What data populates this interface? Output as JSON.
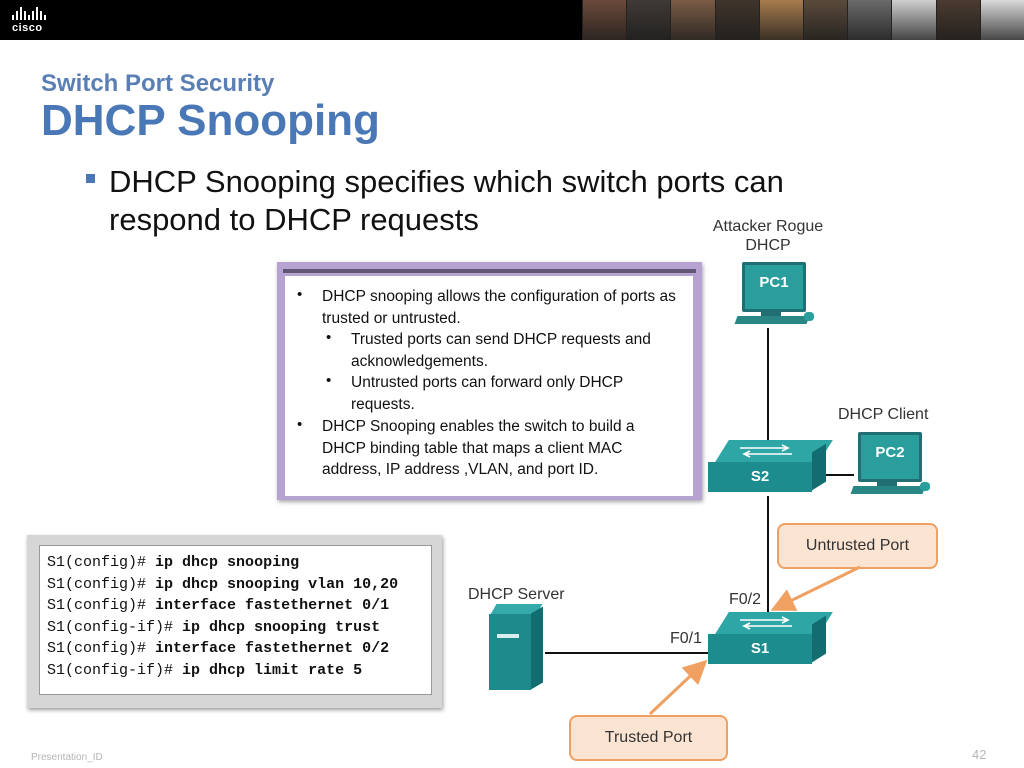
{
  "header": {
    "logo_text": "cisco",
    "photo_colors": [
      "#6b4a3a",
      "#3f3a35",
      "#7a5c46",
      "#40352c",
      "#a77c4d",
      "#5a4a3b",
      "#6a6a6a",
      "#cfcfcf",
      "#4b3b30",
      "#d9d9d9"
    ]
  },
  "slide": {
    "section_title": "Switch Port Security",
    "main_title": "DHCP Snooping",
    "bullet": "DHCP Snooping specifies which switch ports can respond to DHCP requests"
  },
  "info_box": {
    "items": [
      "DHCP snooping allows the configuration of ports as trusted or untrusted.",
      "Trusted ports can send DHCP requests and acknowledgements.",
      "Untrusted ports can forward only DHCP requests.",
      " DHCP Snooping enables the switch to build a DHCP binding table that maps a client MAC address, IP address ,VLAN, and port ID."
    ],
    "bullet_glyph": "•"
  },
  "commands": [
    {
      "prompt": "S1(config)#",
      "command": "ip dhcp snooping"
    },
    {
      "prompt": "S1(config)#",
      "command": "ip dhcp snooping vlan 10,20"
    },
    {
      "prompt": "S1(config)#",
      "command": "interface fastethernet 0/1"
    },
    {
      "prompt": "S1(config-if)#",
      "command": "ip dhcp snooping trust"
    },
    {
      "prompt": "S1(config)#",
      "command": "interface fastethernet 0/2"
    },
    {
      "prompt": "S1(config-if)#",
      "command": "ip dhcp limit rate 5"
    }
  ],
  "diagram": {
    "attacker_label_line1": "Attacker Rogue",
    "attacker_label_line2": "DHCP",
    "pc1": "PC1",
    "pc2": "PC2",
    "dhcp_client_label": "DHCP Client",
    "s2": "S2",
    "s1": "S1",
    "dhcp_server_label": "DHCP Server",
    "port_f02": "F0/2",
    "port_f01": "F0/1",
    "untrusted_port": "Untrusted Port",
    "trusted_port": "Trusted Port",
    "colors": {
      "device_teal": "#2a9d9d",
      "callout_orange": "#f0a060",
      "title_blue": "#4a78b6",
      "box_purple": "#b7a3d1"
    }
  },
  "footer": {
    "presentation_id": "Presentation_ID",
    "page_number": "42"
  }
}
